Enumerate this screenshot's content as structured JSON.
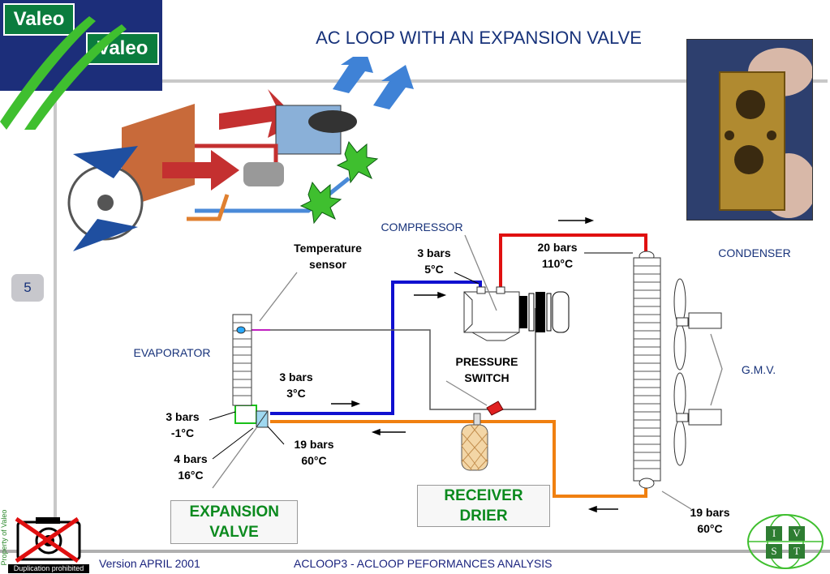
{
  "brand": {
    "logo_text": "Valeo"
  },
  "title": "AC LOOP WITH AN EXPANSION VALVE",
  "slide_number": "5",
  "labels": {
    "temperature_sensor": "Temperature sensor",
    "compressor": "COMPRESSOR",
    "condenser": "CONDENSER",
    "evaporator": "EVAPORATOR",
    "gmv": "G.M.V.",
    "pressure_switch": "PRESSURE SWITCH",
    "expansion_valve": "EXPANSION VALVE",
    "receiver_drier": "RECEIVER DRIER"
  },
  "readings": {
    "compressor_in": "3 bars\n5°C",
    "compressor_out": "20 bars\n110°C",
    "evap_out": "3 bars\n3°C",
    "evap_in": "3 bars\n-1°C",
    "valve_bulb": "4 bars\n16°C",
    "liquid_line": "19 bars\n60°C",
    "condenser_out": "19 bars\n60°C"
  },
  "footer": {
    "version": "Version APRIL 2001",
    "doc": "ACLOOP3 - ACLOOP PEFORMANCES ANALYSIS",
    "property": "Property of Valeo",
    "duplication": "Duplication prohibited"
  },
  "ivst": [
    "I",
    "V",
    "S",
    "T"
  ],
  "colors": {
    "hot_gas": "#e01010",
    "suction": "#1010d0",
    "liquid": "#f08010",
    "text_blue": "#17327a",
    "text_green": "#0b8a1e"
  }
}
